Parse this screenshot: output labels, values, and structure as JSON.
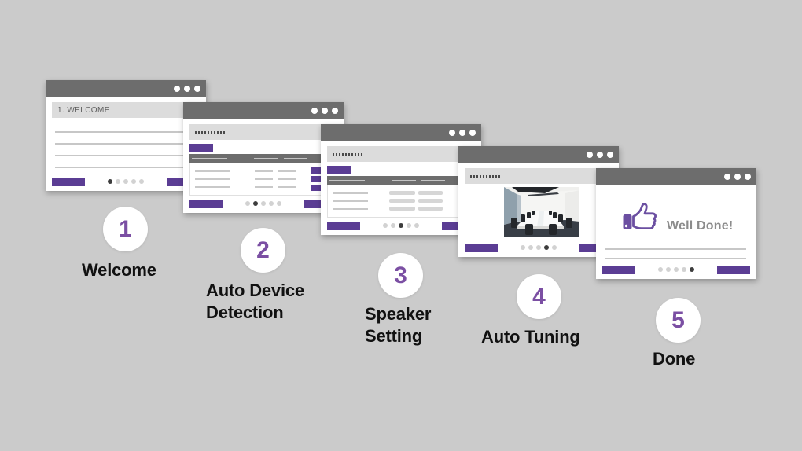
{
  "colors": {
    "background": "#cbcbcb",
    "titlebar_gray": "#6d6d6d",
    "button_purple": "#5b3d94",
    "number_purple": "#7b4fa3",
    "active_dot": "#3d3d3d",
    "inactive_dot": "#d2d2d2"
  },
  "steps": [
    {
      "number": "1",
      "label": "Welcome"
    },
    {
      "number": "2",
      "label": "Auto Device\nDetection"
    },
    {
      "number": "3",
      "label": "Speaker\nSetting"
    },
    {
      "number": "4",
      "label": "Auto Tuning"
    },
    {
      "number": "5",
      "label": "Done"
    }
  ],
  "windows": {
    "welcome": {
      "header": "1. WELCOME",
      "dots_total": 5,
      "active_dot": 1
    },
    "auto_device_detection": {
      "dots_total": 5,
      "active_dot": 2
    },
    "speaker_setting": {
      "dots_total": 5,
      "active_dot": 3
    },
    "auto_tuning": {
      "dots_total": 5,
      "active_dot": 4
    },
    "done": {
      "message": "Well Done!",
      "dots_total": 5,
      "active_dot": 5
    }
  }
}
